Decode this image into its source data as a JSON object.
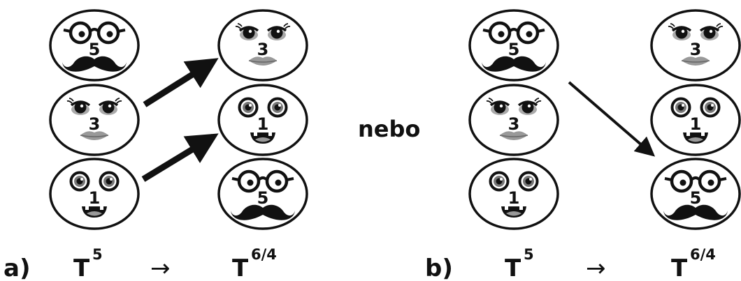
{
  "connector_word": "nebo",
  "panels": [
    {
      "id": "a",
      "label": "a)",
      "from_symbol": "T",
      "from_sup": "5",
      "arrow": "→",
      "to_symbol": "T",
      "to_sup": "6/4",
      "left_stack": [
        {
          "type": "glasses-mustache",
          "number": "5"
        },
        {
          "type": "lashes-lips",
          "number": "3"
        },
        {
          "type": "round-eyes-smile",
          "number": "1"
        }
      ],
      "right_stack": [
        {
          "type": "lashes-lips",
          "number": "3"
        },
        {
          "type": "round-eyes-smile",
          "number": "1"
        },
        {
          "type": "glasses-mustache",
          "number": "5"
        }
      ]
    },
    {
      "id": "b",
      "label": "b)",
      "from_symbol": "T",
      "from_sup": "5",
      "arrow": "→",
      "to_symbol": "T",
      "to_sup": "6/4",
      "left_stack": [
        {
          "type": "glasses-mustache",
          "number": "5"
        },
        {
          "type": "lashes-lips",
          "number": "3"
        },
        {
          "type": "round-eyes-smile",
          "number": "1"
        }
      ],
      "right_stack": [
        {
          "type": "lashes-lips",
          "number": "3"
        },
        {
          "type": "round-eyes-smile",
          "number": "1"
        },
        {
          "type": "glasses-mustache",
          "number": "5"
        }
      ]
    }
  ]
}
